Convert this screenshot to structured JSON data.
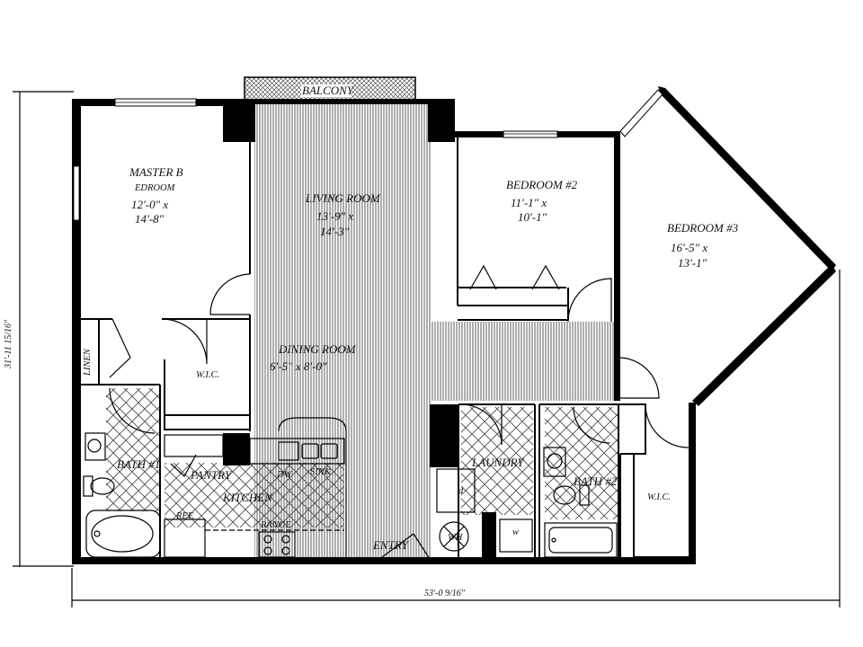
{
  "rooms": {
    "balcony": "BALCONY",
    "master_title1": "MASTER B",
    "master_title2": "EDROOM",
    "master_dim1": "12'-0\"  x",
    "master_dim2": "14'-8\"",
    "living_title": "LIVING ROOM",
    "living_dim1": "13'-9\"  x",
    "living_dim2": "14'-3\"",
    "bed2_title": "BEDROOM #2",
    "bed2_dim1": "11'-1\"  x",
    "bed2_dim2": "10'-1\"",
    "bed3_title": "BEDROOM #3",
    "bed3_dim1": "16'-5\"  x",
    "bed3_dim2": "13'-1\"",
    "dining_title": "DINING ROOM",
    "dining_dim": "6'-5\"  x  8'-0\"",
    "linen": "LINEN",
    "wic1": "W.I.C.",
    "wic2": "W.I.C.",
    "bath1": "BATH #1",
    "bath2": "BATH #2",
    "pantry": "PANTRY",
    "kitchen": "KITCHEN",
    "dw": "DW",
    "sink": "SINK",
    "ref": "REF.",
    "range": "RANGE",
    "laundry": "LAUNDRY",
    "entry": "ENTRY",
    "wh": "WH",
    "dryer": "d",
    "washer": "w"
  },
  "dimensions": {
    "height": "31'-11 15/16\"",
    "width": "53'-0 9/16\""
  }
}
